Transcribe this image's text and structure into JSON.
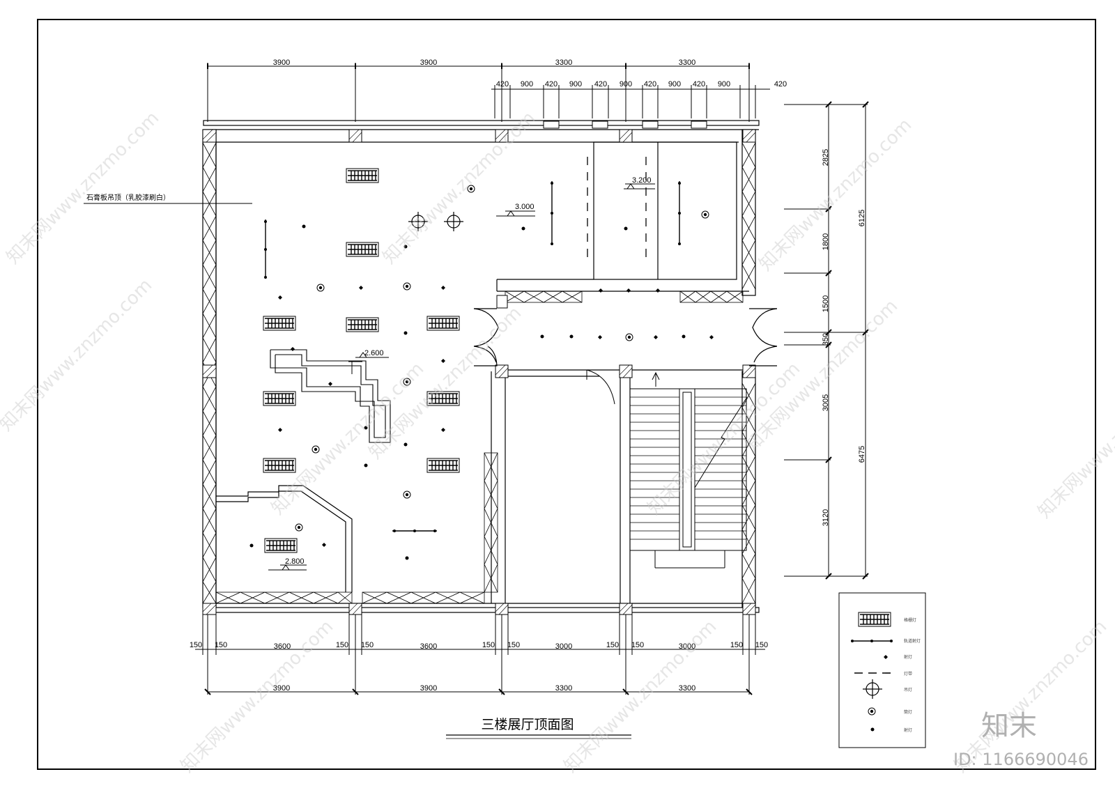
{
  "title": "三楼展厅顶面图",
  "ceiling_note": "石膏板吊顶（乳胶漆刷白）",
  "levels": [
    "3.000",
    "3.200",
    "2.600",
    "2.800"
  ],
  "top_dims": [
    "3900",
    "3900",
    "3300",
    "3300"
  ],
  "top_sub_dims": [
    "420",
    "900",
    "420",
    "900",
    "420",
    "900",
    "420",
    "900",
    "420",
    "900",
    "420"
  ],
  "bottom_dims": [
    "3900",
    "3900",
    "3300",
    "3300"
  ],
  "bottom_sub_dims": [
    "150",
    "150",
    "3600",
    "150",
    "150",
    "3600",
    "150",
    "150",
    "3000",
    "150",
    "150",
    "3000",
    "150",
    "150"
  ],
  "right_dims": [
    "2825",
    "1800",
    "1500",
    "350",
    "3005",
    "3120"
  ],
  "right_totals": [
    "6125",
    "6475"
  ],
  "legend_items": [
    {
      "icon": "grille-light-icon",
      "label": "格栅灯"
    },
    {
      "icon": "track-light-icon",
      "label": "轨道射灯"
    },
    {
      "icon": "spot-light-icon",
      "label": "射灯"
    },
    {
      "icon": "dashed-line-icon",
      "label": "灯带"
    },
    {
      "icon": "ceiling-lamp-icon",
      "label": "吊灯"
    },
    {
      "icon": "downlight-icon",
      "label": "筒灯"
    },
    {
      "icon": "small-downlight-icon",
      "label": "射灯"
    }
  ],
  "watermark": {
    "site": "知末网www.znzmo.com",
    "brand": "知末",
    "id": "ID: 1166690046"
  }
}
